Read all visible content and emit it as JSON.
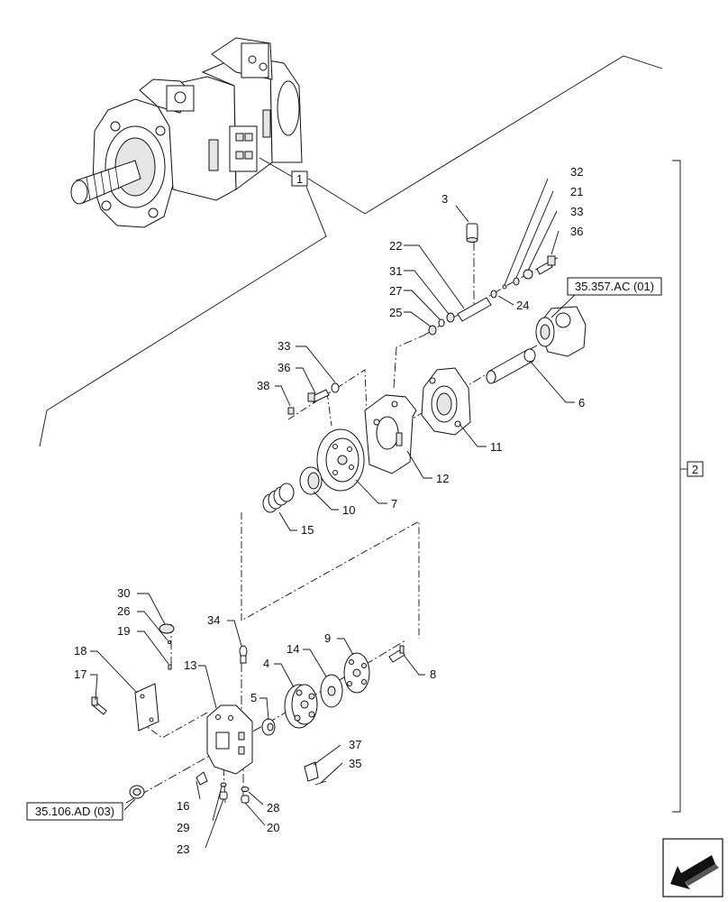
{
  "diagram": {
    "callouts": [
      {
        "id": "c32",
        "text": "32"
      },
      {
        "id": "c21",
        "text": "21"
      },
      {
        "id": "c33a",
        "text": "33"
      },
      {
        "id": "c36a",
        "text": "36"
      },
      {
        "id": "c3",
        "text": "3"
      },
      {
        "id": "c22",
        "text": "22"
      },
      {
        "id": "c31",
        "text": "31"
      },
      {
        "id": "c27",
        "text": "27"
      },
      {
        "id": "c25",
        "text": "25"
      },
      {
        "id": "c24",
        "text": "24"
      },
      {
        "id": "c6",
        "text": "6"
      },
      {
        "id": "c11",
        "text": "11"
      },
      {
        "id": "c12",
        "text": "12"
      },
      {
        "id": "c33b",
        "text": "33"
      },
      {
        "id": "c36b",
        "text": "36"
      },
      {
        "id": "c38",
        "text": "38"
      },
      {
        "id": "c7",
        "text": "7"
      },
      {
        "id": "c10",
        "text": "10"
      },
      {
        "id": "c15",
        "text": "15"
      },
      {
        "id": "c30",
        "text": "30"
      },
      {
        "id": "c26",
        "text": "26"
      },
      {
        "id": "c19",
        "text": "19"
      },
      {
        "id": "c34",
        "text": "34"
      },
      {
        "id": "c9",
        "text": "9"
      },
      {
        "id": "c14",
        "text": "14"
      },
      {
        "id": "c8",
        "text": "8"
      },
      {
        "id": "c4",
        "text": "4"
      },
      {
        "id": "c18",
        "text": "18"
      },
      {
        "id": "c13",
        "text": "13"
      },
      {
        "id": "c17",
        "text": "17"
      },
      {
        "id": "c5",
        "text": "5"
      },
      {
        "id": "c37",
        "text": "37"
      },
      {
        "id": "c35",
        "text": "35"
      },
      {
        "id": "c16",
        "text": "16"
      },
      {
        "id": "c29",
        "text": "29"
      },
      {
        "id": "c28",
        "text": "28"
      },
      {
        "id": "c23",
        "text": "23"
      },
      {
        "id": "c20",
        "text": "20"
      }
    ],
    "boxed_labels": {
      "assembly_1": "1",
      "group_2": "2"
    },
    "references": {
      "ref_top": "35.357.AC (01)",
      "ref_bottom": "35.106.AD (03)"
    },
    "nav_icon": "arrow-nav-icon"
  }
}
